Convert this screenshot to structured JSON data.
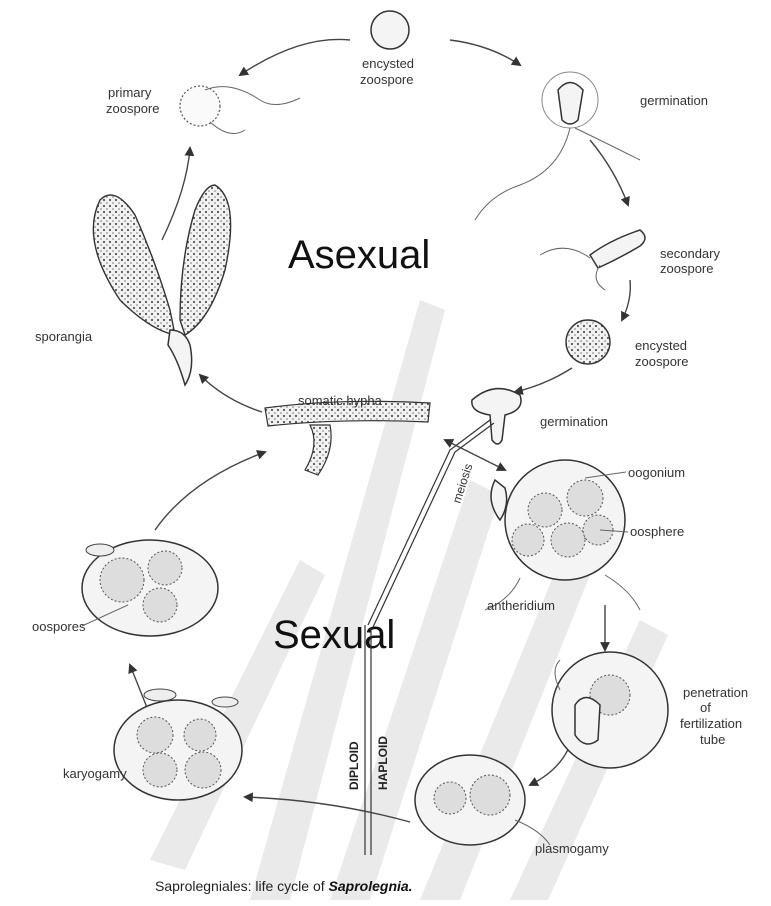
{
  "phases": {
    "asexual": "Asexual",
    "sexual": "Sexual"
  },
  "labels": {
    "encysted_zoospore_top": [
      "encysted",
      "zoospore"
    ],
    "germination_top": "germination",
    "primary_zoospore": [
      "primary",
      "zoospore"
    ],
    "secondary_zoospore": [
      "secondary",
      "zoospore"
    ],
    "encysted_zoospore_right": [
      "encysted",
      "zoospore"
    ],
    "sporangia": "sporangia",
    "somatic_hypha": "somatic hypha",
    "germination_mid": "germination",
    "oogonium": "oogonium",
    "oosphere": "oosphere",
    "antheridium": "antheridium",
    "oospores": "oospores",
    "penetration": [
      "penetration",
      "of",
      "fertilization",
      "tube"
    ],
    "karyogamy": "karyogamy",
    "plasmogamy": "plasmogamy",
    "meiosis": "meiosis",
    "diploid": "DIPLOID",
    "haploid": "HAPLOID"
  },
  "caption": {
    "prefix": "Saprolegniales: life cycle of ",
    "species": "Saprolegnia."
  }
}
